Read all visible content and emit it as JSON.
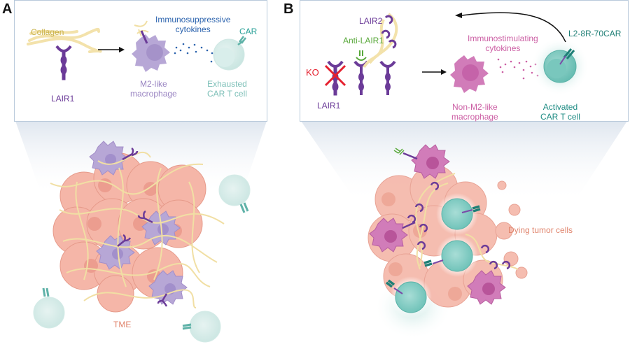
{
  "panels": [
    {
      "letter": "A",
      "inset": {
        "collagen_label": "Collagen",
        "receptor_label": "LAIR1",
        "cytokines_label_line1": "Immunosuppressive",
        "cytokines_label_line2": "cytokines",
        "car_label": "CAR",
        "macrophage_label_line1": "M2-like",
        "macrophage_label_line2": "macrophage",
        "tcell_label_line1": "Exhausted",
        "tcell_label_line2": "CAR T cell"
      },
      "scene": {
        "tme_label": "TME"
      }
    },
    {
      "letter": "B",
      "inset": {
        "ko_label": "KO",
        "receptor_label": "LAIR1",
        "antibody_label": "Anti-LAIR1",
        "lair2_label": "LAIR2",
        "cytokines_label_line1": "Immunostimulating",
        "cytokines_label_line2": "cytokines",
        "car_label": "L2-8R-70CAR",
        "macrophage_label_line1": "Non-M2-like",
        "macrophage_label_line2": "macrophage",
        "tcell_label_line1": "Activated",
        "tcell_label_line2": "CAR T cell"
      },
      "scene": {
        "dying_label": "Dying tumor cells"
      }
    }
  ],
  "colors": {
    "collagen": "#c9b24a",
    "lair1": "#6b3b98",
    "m2_macrophage": "#9a85c2",
    "exhausted_tcell": "#7cbfb7",
    "immunosuppressive": "#2a62ad",
    "anti_lair1": "#58a83a",
    "ko": "#e5202e",
    "non_m2_macrophage": "#cc5fa4",
    "activated_tcell": "#1f8c84",
    "tumor": "#e0846c"
  }
}
